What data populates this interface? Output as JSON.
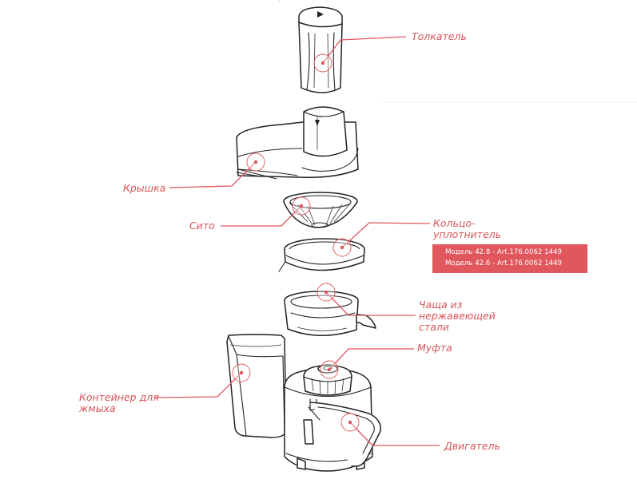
{
  "diagram": {
    "labels": {
      "pusher": "Толкатель",
      "lid": "Крышка",
      "sieve": "Сито",
      "seal_ring": "Кольцо-\nуплотнитель",
      "bowl": "Чаща из\nнержавеющей\nстали",
      "coupling": "Муфта",
      "pulp_container": "Контейнер для\nжмыха",
      "motor": "Двигатель"
    },
    "model_info": [
      "Модель 42.8 - Art.176.0062 1449",
      "Модель 42.6 - Art.176.0062 1449"
    ],
    "colors": {
      "accent": "#e0575d",
      "label_text": "#d8555a",
      "line_art": "#222222",
      "info_text": "#ffffff"
    }
  }
}
